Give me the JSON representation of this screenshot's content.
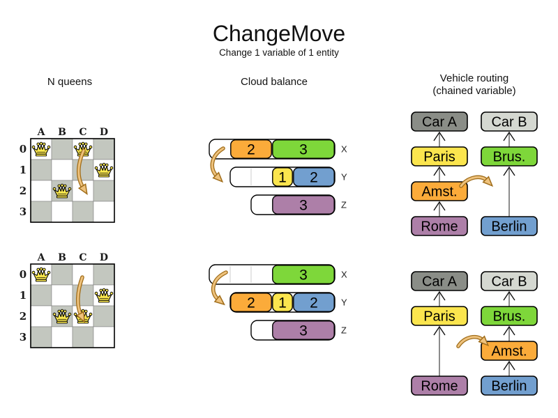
{
  "header": {
    "title": "ChangeMove",
    "subtitle": "Change 1 variable of 1 entity"
  },
  "columns": [
    {
      "id": "nqueens",
      "title": "N queens"
    },
    {
      "id": "cloud",
      "title": "Cloud balance"
    },
    {
      "id": "vrp",
      "title": "Vehicle routing",
      "subtitle": "(chained variable)"
    }
  ],
  "colors": {
    "orange": "#fbab3a",
    "yellow": "#fbe54e",
    "green": "#7ed73a",
    "blue": "#729fcf",
    "purple": "#ad7fa8",
    "carA": "#8a8d87",
    "carB": "#d5d8d1",
    "board_dark": "#c3c7bf",
    "board_light": "#ffffff",
    "queen": "#fce94f",
    "arrow_light": "#eec27d",
    "arrow_dark": "#a06d1a",
    "link_line": "#808080",
    "link_chevron": "#111111"
  },
  "nqueens": {
    "column_labels": [
      "A",
      "B",
      "C",
      "D"
    ],
    "row_labels": [
      "0",
      "1",
      "2",
      "3"
    ],
    "boards": [
      {
        "state": "before",
        "queens": [
          "A0",
          "C0",
          "D1",
          "B2"
        ],
        "move": {
          "from": "C0",
          "to": "C2"
        }
      },
      {
        "state": "after",
        "queens": [
          "A0",
          "D1",
          "B2",
          "C2"
        ],
        "move": {
          "from": "C0",
          "to": "C2"
        }
      }
    ]
  },
  "cloud": {
    "states": [
      {
        "state": "before",
        "move": {
          "process": "2",
          "from": "X",
          "to": "Y"
        },
        "rows": [
          {
            "label": "X",
            "free_units": 1,
            "segments": [
              {
                "value": "2",
                "color": "orange"
              },
              {
                "value": "3",
                "color": "green"
              }
            ]
          },
          {
            "label": "Y",
            "free_units": 2,
            "segments": [
              {
                "value": "1",
                "color": "yellow"
              },
              {
                "value": "2",
                "color": "blue"
              }
            ]
          },
          {
            "label": "Z",
            "free_units": 1,
            "segments": [
              {
                "value": "3",
                "color": "purple"
              }
            ]
          }
        ]
      },
      {
        "state": "after",
        "rows": [
          {
            "label": "X",
            "free_units": 3,
            "segments": [
              {
                "value": "3",
                "color": "green"
              }
            ]
          },
          {
            "label": "Y",
            "free_units": 0,
            "segments": [
              {
                "value": "2",
                "color": "orange"
              },
              {
                "value": "1",
                "color": "yellow"
              },
              {
                "value": "2",
                "color": "blue"
              }
            ]
          },
          {
            "label": "Z",
            "free_units": 1,
            "segments": [
              {
                "value": "3",
                "color": "purple"
              }
            ]
          }
        ]
      }
    ]
  },
  "vrp": {
    "states": [
      {
        "state": "before",
        "move": {
          "moved": "Amst."
        },
        "boxes": [
          {
            "label": "Car A",
            "color": "carA",
            "col": 0,
            "row": 0
          },
          {
            "label": "Car B",
            "color": "carB",
            "col": 1,
            "row": 0
          },
          {
            "label": "Paris",
            "color": "yellow",
            "col": 0,
            "row": 1
          },
          {
            "label": "Brus.",
            "color": "green",
            "col": 1,
            "row": 1
          },
          {
            "label": "Amst.",
            "color": "orange",
            "col": 0,
            "row": 2
          },
          {
            "label": "Rome",
            "color": "purple",
            "col": 0,
            "row": 3
          },
          {
            "label": "Berlin",
            "color": "blue",
            "col": 1,
            "row": 3
          }
        ],
        "links": [
          [
            "Rome",
            "Amst."
          ],
          [
            "Amst.",
            "Paris"
          ],
          [
            "Paris",
            "Car A"
          ],
          [
            "Berlin",
            "Brus."
          ],
          [
            "Brus.",
            "Car B"
          ]
        ]
      },
      {
        "state": "after",
        "boxes": [
          {
            "label": "Car A",
            "color": "carA",
            "col": 0,
            "row": 0
          },
          {
            "label": "Car B",
            "color": "carB",
            "col": 1,
            "row": 0
          },
          {
            "label": "Paris",
            "color": "yellow",
            "col": 0,
            "row": 1
          },
          {
            "label": "Brus.",
            "color": "green",
            "col": 1,
            "row": 1
          },
          {
            "label": "Amst.",
            "color": "orange",
            "col": 1,
            "row": 2
          },
          {
            "label": "Rome",
            "color": "purple",
            "col": 0,
            "row": 3
          },
          {
            "label": "Berlin",
            "color": "blue",
            "col": 1,
            "row": 3
          }
        ],
        "links": [
          [
            "Rome",
            "Paris"
          ],
          [
            "Paris",
            "Car A"
          ],
          [
            "Berlin",
            "Amst."
          ],
          [
            "Amst.",
            "Brus."
          ],
          [
            "Brus.",
            "Car B"
          ]
        ]
      }
    ]
  }
}
